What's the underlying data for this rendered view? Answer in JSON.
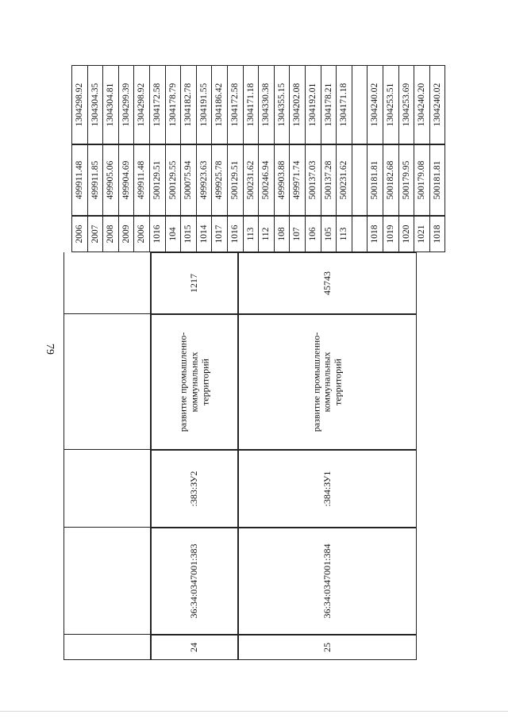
{
  "page_number": "79",
  "rows": [
    {
      "num": "24",
      "cadastral": "36:34:0347001:383",
      "plot": ":383:ЗУ2",
      "purpose": "развитие промышленно-коммунальных территорий",
      "area": "1217",
      "points": [
        [
          "2006",
          "499911.48",
          "1304298.92"
        ],
        [
          "2007",
          "499911.85",
          "1304304.35"
        ],
        [
          "2008",
          "499905.06",
          "1304304.81"
        ],
        [
          "2009",
          "499904.69",
          "1304299.39"
        ],
        [
          "2006",
          "499911.48",
          "1304298.92"
        ],
        [
          "1016",
          "500129.51",
          "1304172.58"
        ],
        [
          "104",
          "500129.55",
          "1304178.79"
        ],
        [
          "1015",
          "500075.94",
          "1304182.78"
        ],
        [
          "1014",
          "499923.63",
          "1304191.55"
        ],
        [
          "1017",
          "499925.78",
          "1304186.42"
        ],
        [
          "1016",
          "500129.51",
          "1304172.58"
        ]
      ]
    },
    {
      "num": "25",
      "cadastral": "36:34:0347001:384",
      "plot": ":384:ЗУ1",
      "purpose": "развитие промышленно-коммунальных территорий",
      "area": "45743",
      "points": [
        [
          "113",
          "500231.62",
          "1304171.18"
        ],
        [
          "112",
          "500246.94",
          "1304330.38"
        ],
        [
          "108",
          "499903.88",
          "1304355.15"
        ],
        [
          "107",
          "499971.74",
          "1304202.08"
        ],
        [
          "106",
          "500137.03",
          "1304192.01"
        ],
        [
          "105",
          "500137.28",
          "1304178.21"
        ],
        [
          "113",
          "500231.62",
          "1304171.18"
        ],
        [
          "",
          "",
          ""
        ],
        [
          "1018",
          "500181.81",
          "1304240.02"
        ],
        [
          "1019",
          "500182.68",
          "1304253.51"
        ],
        [
          "1020",
          "500179.95",
          "1304253.69"
        ],
        [
          "1021",
          "500179.08",
          "1304240.20"
        ],
        [
          "1018",
          "500181.81",
          "1304240.02"
        ]
      ]
    }
  ]
}
